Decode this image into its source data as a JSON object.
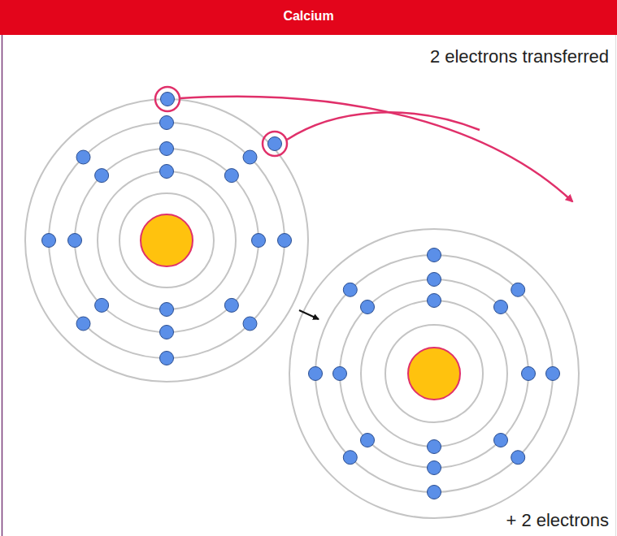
{
  "diagram": {
    "title": "Calcium",
    "labels": [
      "2 electrons transferred",
      "+ 2 electrons"
    ]
  }
}
